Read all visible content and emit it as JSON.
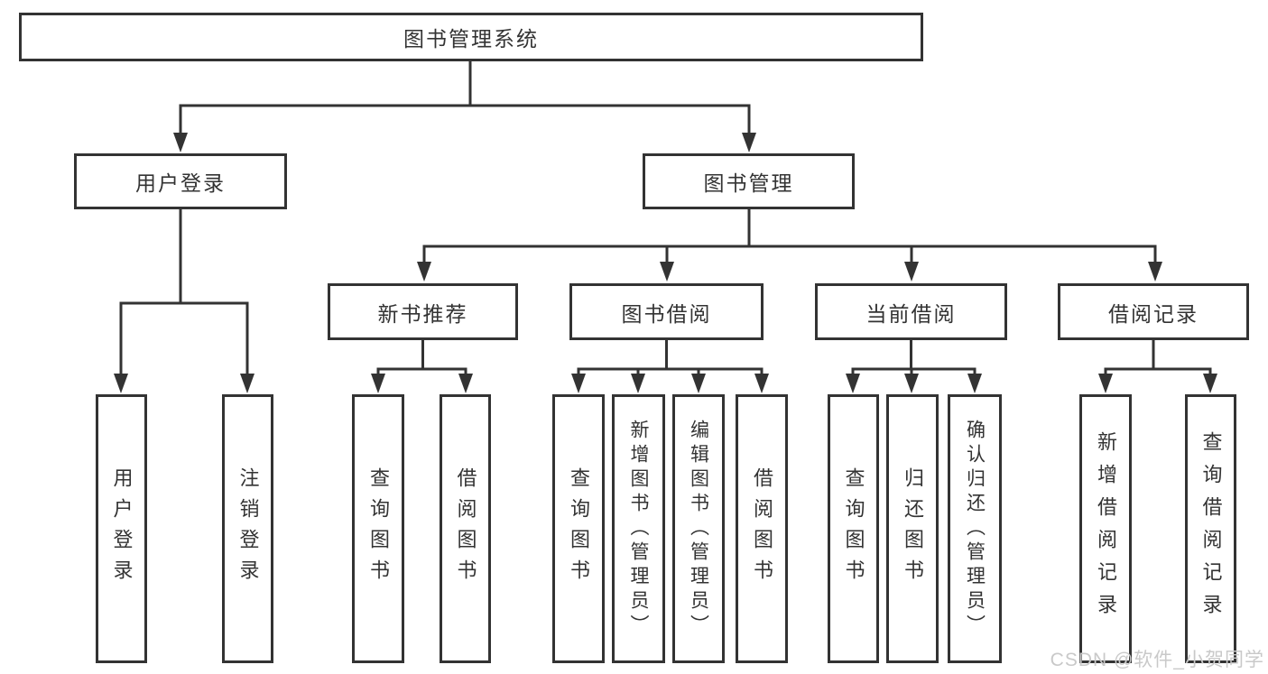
{
  "diagram": {
    "root": {
      "label": "图书管理系统"
    },
    "branches": [
      {
        "label": "用户登录",
        "children": [
          {
            "label": "用户登录"
          },
          {
            "label": "注销登录"
          }
        ]
      },
      {
        "label": "图书管理",
        "children": [
          {
            "label": "新书推荐",
            "children": [
              {
                "label": "查询图书"
              },
              {
                "label": "借阅图书"
              }
            ]
          },
          {
            "label": "图书借阅",
            "children": [
              {
                "label": "查询图书"
              },
              {
                "label": "新增图书（管理员）"
              },
              {
                "label": "编辑图书（管理员）"
              },
              {
                "label": "借阅图书"
              }
            ]
          },
          {
            "label": "当前借阅",
            "children": [
              {
                "label": "查询图书"
              },
              {
                "label": "归还图书"
              },
              {
                "label": "确认归还（管理员）"
              }
            ]
          },
          {
            "label": "借阅记录",
            "children": [
              {
                "label": "新增借阅记录"
              },
              {
                "label": "查询借阅记录"
              }
            ]
          }
        ]
      }
    ],
    "watermark": "CSDN @软件_小贺同学",
    "colors": {
      "line": "#333333",
      "text": "#333333",
      "watermark": "#c9c9c9",
      "background": "#ffffff"
    }
  }
}
